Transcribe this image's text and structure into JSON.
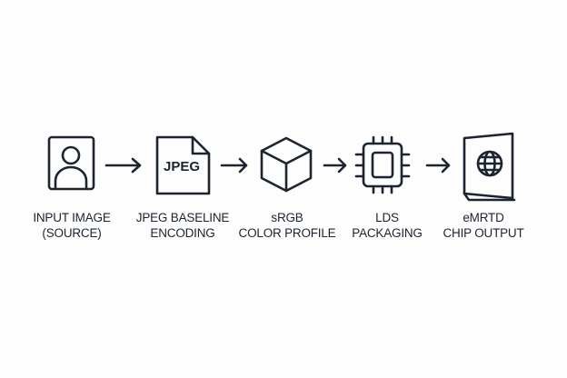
{
  "steps": [
    {
      "icon": "person-portrait-icon",
      "line1": "INPUT IMAGE",
      "line2": "(SOURCE)"
    },
    {
      "icon": "jpeg-file-icon",
      "icon_text": "JPEG",
      "line1": "JPEG BASELINE",
      "line2": "ENCODING"
    },
    {
      "icon": "cube-icon",
      "line1": "sRGB",
      "line2": "COLOR PROFILE"
    },
    {
      "icon": "chip-icon",
      "line1": "LDS",
      "line2": "PACKAGING"
    },
    {
      "icon": "passport-globe-icon",
      "line1": "eMRTD",
      "line2": "CHIP OUTPUT"
    }
  ],
  "colors": {
    "stroke": "#1b2430",
    "background": "#fdfdfd"
  }
}
